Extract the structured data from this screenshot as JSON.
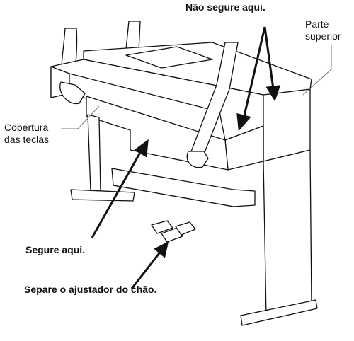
{
  "labels": {
    "nao_segure": "Não segure aqui.",
    "parte_superior_line1": "Parte",
    "parte_superior_line2": "superior",
    "cobertura_line1": "Cobertura",
    "cobertura_line2": "das teclas",
    "segure": "Segure aqui.",
    "separe": "Separe o ajustador do chão."
  },
  "colors": {
    "line": "#111111",
    "fill": "#ffffff",
    "leader": "#777777"
  }
}
